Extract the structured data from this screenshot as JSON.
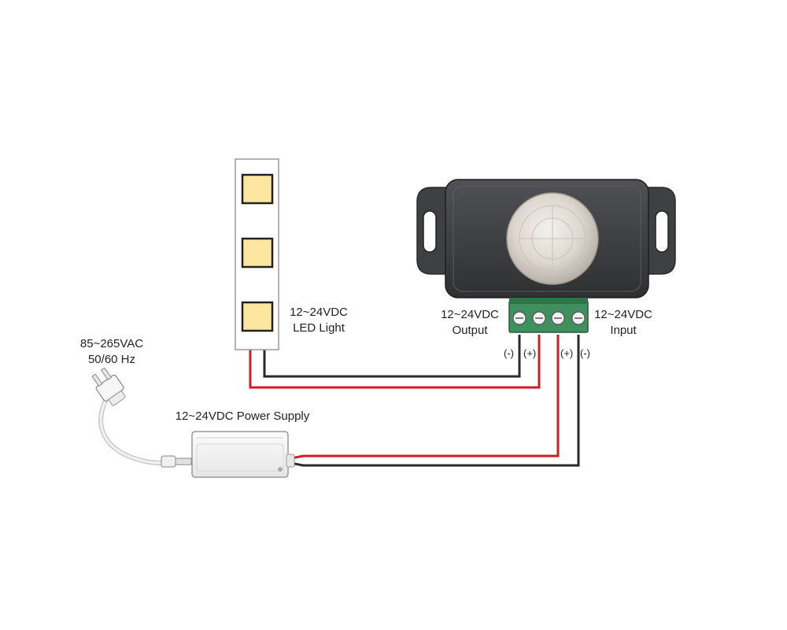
{
  "labels": {
    "ac_voltage": "85~265VAC",
    "ac_freq": "50/60 Hz",
    "power_supply": "12~24VDC Power Supply",
    "led_voltage": "12~24VDC",
    "led_name": "LED Light",
    "output_voltage": "12~24VDC",
    "output_name": "Output",
    "input_voltage": "12~24VDC",
    "input_name": "Input"
  },
  "terminals": {
    "out_neg": "(-)",
    "out_pos": "(+)",
    "in_pos": "(+)",
    "in_neg": "(-)"
  },
  "colors": {
    "wire_positive": "#cc1f1f",
    "wire_negative": "#2a2a2a",
    "led_chip": "#fde6a0",
    "sensor_body": "#3a3b3d",
    "terminal_block": "#3f8f5f"
  }
}
